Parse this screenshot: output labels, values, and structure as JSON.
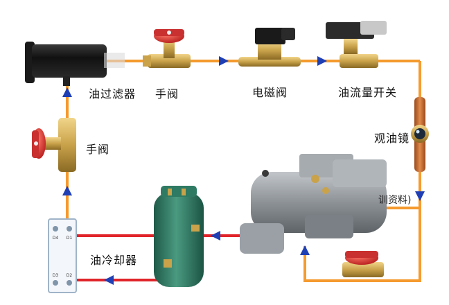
{
  "labels": {
    "oil_filter": "油过滤器",
    "hand_valve_top": "手阀",
    "solenoid_valve": "电磁阀",
    "oil_flow_switch": "油流量开关",
    "sight_glass": "观油镜",
    "hand_valve_left": "手阀",
    "oil_cooler": "油冷却器",
    "watermark_partial": "训资料)"
  },
  "plate_ports": {
    "top_left": "D4",
    "top_right": "D1",
    "bottom_left": "D3",
    "bottom_right": "D2"
  },
  "colors": {
    "oil_line": "#f59a2e",
    "hot_line": "#e0242a",
    "flow_arrow": "#1f3fb5",
    "valve_handle": "#d83a3a",
    "brass": "#c9a24a",
    "compressor": "#8f949a",
    "receiver": "#2f7a63",
    "filter": "#1b1b1b"
  },
  "icons": [
    "flow-arrow-icon"
  ]
}
